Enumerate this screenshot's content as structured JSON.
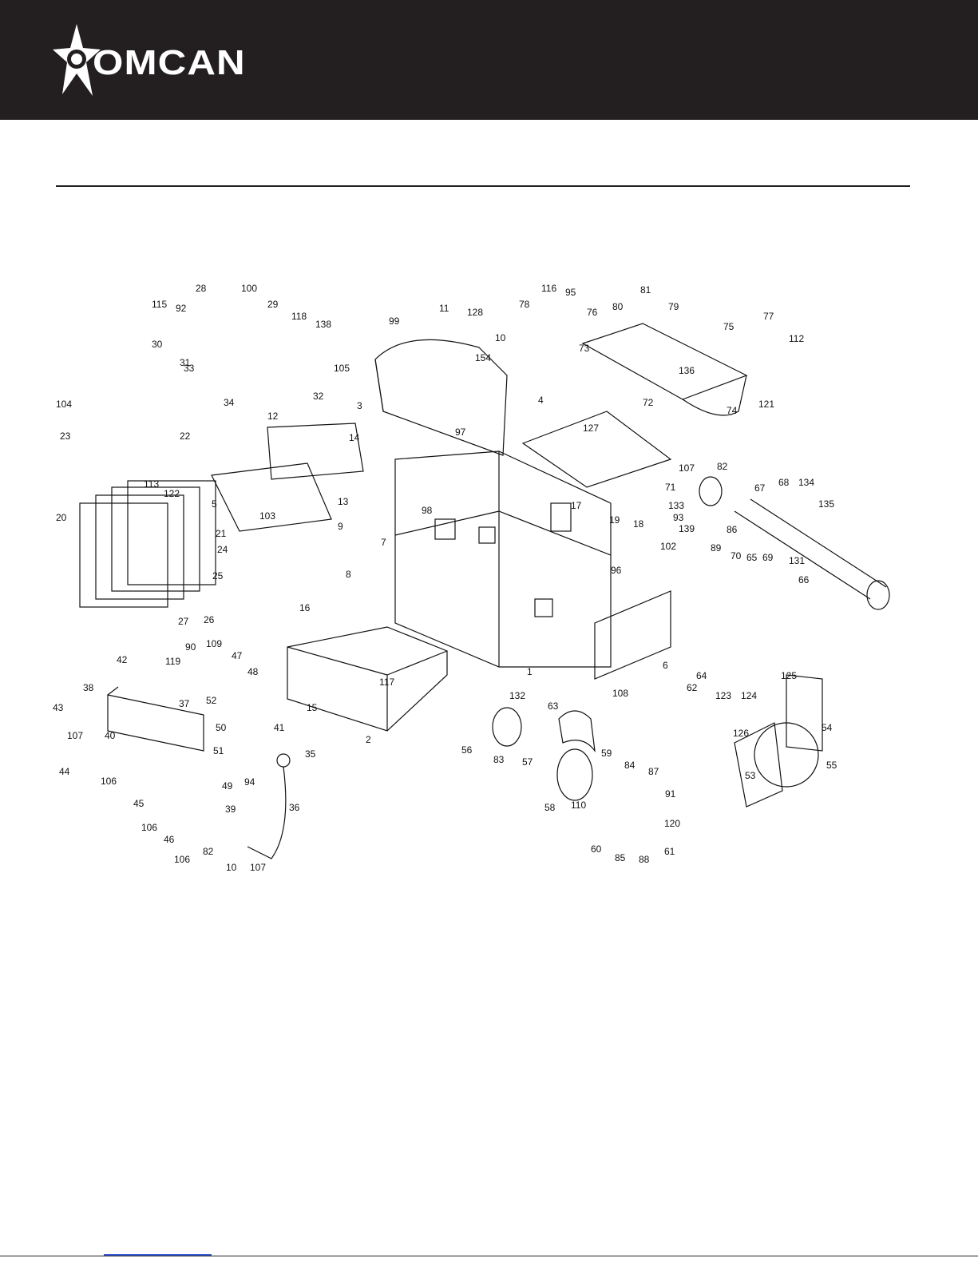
{
  "brand": {
    "name": "OMCAN",
    "header_color": "#231f20"
  },
  "diagram": {
    "labels": [
      "1",
      "2",
      "3",
      "4",
      "5",
      "6",
      "7",
      "8",
      "9",
      "10",
      "11",
      "12",
      "13",
      "14",
      "15",
      "16",
      "17",
      "18",
      "19",
      "20",
      "21",
      "22",
      "23",
      "24",
      "25",
      "26",
      "27",
      "28",
      "29",
      "30",
      "31",
      "32",
      "33",
      "34",
      "35",
      "36",
      "37",
      "38",
      "39",
      "40",
      "41",
      "42",
      "43",
      "44",
      "45",
      "46",
      "47",
      "48",
      "49",
      "50",
      "51",
      "52",
      "53",
      "54",
      "55",
      "56",
      "57",
      "58",
      "59",
      "60",
      "61",
      "62",
      "63",
      "64",
      "65",
      "66",
      "67",
      "68",
      "69",
      "70",
      "71",
      "72",
      "73",
      "74",
      "75",
      "76",
      "77",
      "78",
      "79",
      "80",
      "81",
      "82",
      "83",
      "84",
      "85",
      "86",
      "87",
      "88",
      "89",
      "90",
      "91",
      "92",
      "93",
      "94",
      "95",
      "96",
      "97",
      "98",
      "99",
      "100",
      "102",
      "103",
      "104",
      "105",
      "106",
      "107",
      "108",
      "109",
      "110",
      "112",
      "113",
      "115",
      "116",
      "117",
      "118",
      "119",
      "120",
      "121",
      "122",
      "123",
      "124",
      "125",
      "126",
      "127",
      "128",
      "131",
      "132",
      "133",
      "134",
      "135",
      "136",
      "138",
      "139",
      "154"
    ]
  }
}
